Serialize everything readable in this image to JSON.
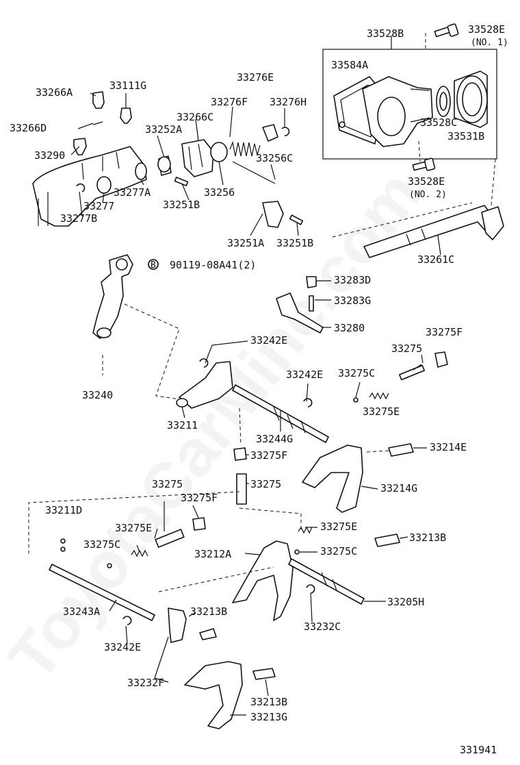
{
  "watermark": "ToyotaCarMine.com",
  "diagram_id": "331941",
  "bolt_marker": "B",
  "labels": {
    "p33528B": "33528B",
    "p33528E_1": "33528E",
    "p33528E_1_note": "(NO. 1)",
    "p33584A": "33584A",
    "p33528C": "33528C",
    "p33531B": "33531B",
    "p33528E_2": "33528E",
    "p33528E_2_note": "(NO. 2)",
    "p33276E": "33276E",
    "p33266A": "33266A",
    "p33111G": "33111G",
    "p33276F": "33276F",
    "p33276H": "33276H",
    "p33266C": "33266C",
    "p33266D": "33266D",
    "p33252A": "33252A",
    "p33290": "33290",
    "p33256C": "33256C",
    "p33277A": "33277A",
    "p33256": "33256",
    "p33277": "33277",
    "p33251B_1": "33251B",
    "p33277B": "33277B",
    "p33251A": "33251A",
    "p33251B_2": "33251B",
    "p33261C": "33261C",
    "p90119": "90119-08A41(2)",
    "p33283D": "33283D",
    "p33283G": "33283G",
    "p33280": "33280",
    "p33275F_1": "33275F",
    "p33242E_1": "33242E",
    "p33275_1": "33275",
    "p33242E_2": "33242E",
    "p33275C_1": "33275C",
    "p33240": "33240",
    "p33275E_1": "33275E",
    "p33211": "33211",
    "p33244G": "33244G",
    "p33214E": "33214E",
    "p33275F_2": "33275F",
    "p33214G": "33214G",
    "p33275_2": "33275",
    "p33275_3": "33275",
    "p33211D": "33211D",
    "p33275F_3": "33275F",
    "p33275E_2": "33275E",
    "p33275E_3": "33275E",
    "p33213B_1": "33213B",
    "p33275C_2": "33275C",
    "p33212A": "33212A",
    "p33275C_3": "33275C",
    "p33205H": "33205H",
    "p33243A": "33243A",
    "p33213B_2": "33213B",
    "p33232C": "33232C",
    "p33242E_3": "33242E",
    "p33232F": "33232F",
    "p33213B_3": "33213B",
    "p33213G": "33213G"
  }
}
